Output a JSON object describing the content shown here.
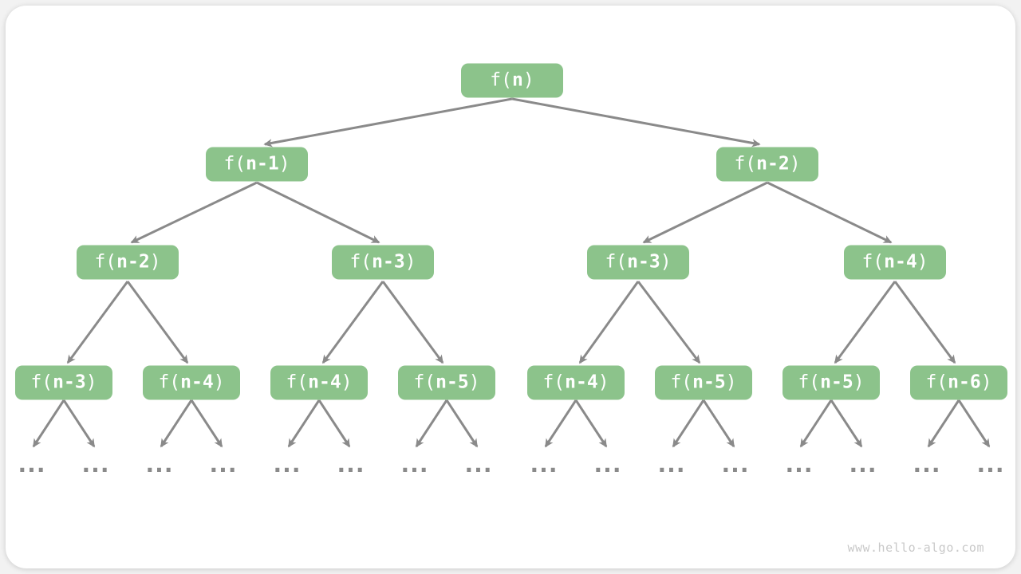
{
  "diagram": {
    "kind": "recursion-tree",
    "watermark": "www.hello-algo.com",
    "ellipsis": "...",
    "colors": {
      "node_fill": "#8cc38b",
      "node_text": "#ffffff",
      "edge": "#8a8a8a",
      "ellipsis": "#8a8a8a",
      "watermark": "#c9c9c9",
      "card_bg": "#ffffff",
      "page_bg": "#f2f2f2"
    },
    "nodes": [
      {
        "level": 1,
        "prefix": "f(",
        "arg": "n",
        "suffix": ")"
      },
      {
        "level": 2,
        "prefix": "f(",
        "arg": "n-1",
        "suffix": ")"
      },
      {
        "level": 2,
        "prefix": "f(",
        "arg": "n-2",
        "suffix": ")"
      },
      {
        "level": 3,
        "prefix": "f(",
        "arg": "n-2",
        "suffix": ")"
      },
      {
        "level": 3,
        "prefix": "f(",
        "arg": "n-3",
        "suffix": ")"
      },
      {
        "level": 3,
        "prefix": "f(",
        "arg": "n-3",
        "suffix": ")"
      },
      {
        "level": 3,
        "prefix": "f(",
        "arg": "n-4",
        "suffix": ")"
      },
      {
        "level": 4,
        "prefix": "f(",
        "arg": "n-3",
        "suffix": ")"
      },
      {
        "level": 4,
        "prefix": "f(",
        "arg": "n-4",
        "suffix": ")"
      },
      {
        "level": 4,
        "prefix": "f(",
        "arg": "n-4",
        "suffix": ")"
      },
      {
        "level": 4,
        "prefix": "f(",
        "arg": "n-5",
        "suffix": ")"
      },
      {
        "level": 4,
        "prefix": "f(",
        "arg": "n-4",
        "suffix": ")"
      },
      {
        "level": 4,
        "prefix": "f(",
        "arg": "n-5",
        "suffix": ")"
      },
      {
        "level": 4,
        "prefix": "f(",
        "arg": "n-5",
        "suffix": ")"
      },
      {
        "level": 4,
        "prefix": "f(",
        "arg": "n-6",
        "suffix": ")"
      }
    ]
  }
}
